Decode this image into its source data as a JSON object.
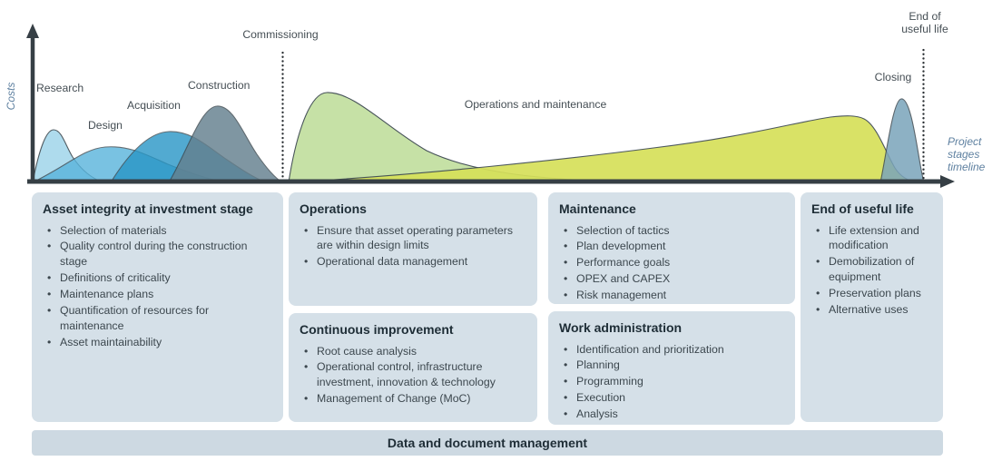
{
  "chart": {
    "y_axis_label": "Costs",
    "timeline_label_lines": {
      "l1": "Project",
      "l2": "stages",
      "l3": "timeline"
    },
    "stage_labels": {
      "research": "Research",
      "design": "Design",
      "acquisition": "Acquisition",
      "construction": "Construction",
      "commissioning": "Commissioning",
      "operations_and_maintenance": "Operations and maintenance",
      "closing": "Closing",
      "end_of_useful_life_line1": "End of",
      "end_of_useful_life_line2": "useful life"
    },
    "colors": {
      "research": "#a6d8ec",
      "design": "#58b4dc",
      "acquisition": "#2896c6",
      "construction": "#64808e",
      "operations": "#c4e0a2",
      "maintenance": "#d6e05a",
      "closing": "#7aa4ba",
      "axis": "#363f45",
      "axis_caption": "#5e80a0",
      "box_background": "#d5e0e8"
    }
  },
  "boxes": {
    "asset_integrity": {
      "title": "Asset integrity at investment stage",
      "items": {
        "0": "Selection of materials",
        "1": "Quality control during the construction stage",
        "2": "Definitions of criticality",
        "3": "Maintenance plans",
        "4": "Quantification of resources for maintenance",
        "5": "Asset maintainability"
      }
    },
    "operations": {
      "title": "Operations",
      "items": {
        "0": "Ensure that asset operating parameters are within design limits",
        "1": "Operational data management"
      }
    },
    "continuous_improvement": {
      "title": "Continuous improvement",
      "items": {
        "0": "Root cause analysis",
        "1": "Operational control, infrastructure investment, innovation & technology",
        "2": "Management of Change (MoC)"
      }
    },
    "maintenance": {
      "title": "Maintenance",
      "items": {
        "0": "Selection of tactics",
        "1": "Plan development",
        "2": "Performance goals",
        "3": "OPEX and CAPEX",
        "4": "Risk management"
      }
    },
    "work_administration": {
      "title": "Work administration",
      "items": {
        "0": "Identification and prioritization",
        "1": "Planning",
        "2": "Programming",
        "3": "Execution",
        "4": "Analysis"
      }
    },
    "end_of_useful_life": {
      "title": "End of useful life",
      "items": {
        "0": "Life extension and modification",
        "1": "Demobilization of equipment",
        "2": "Preservation plans",
        "3": "Alternative uses"
      }
    }
  },
  "footer": {
    "label": "Data and document management"
  }
}
